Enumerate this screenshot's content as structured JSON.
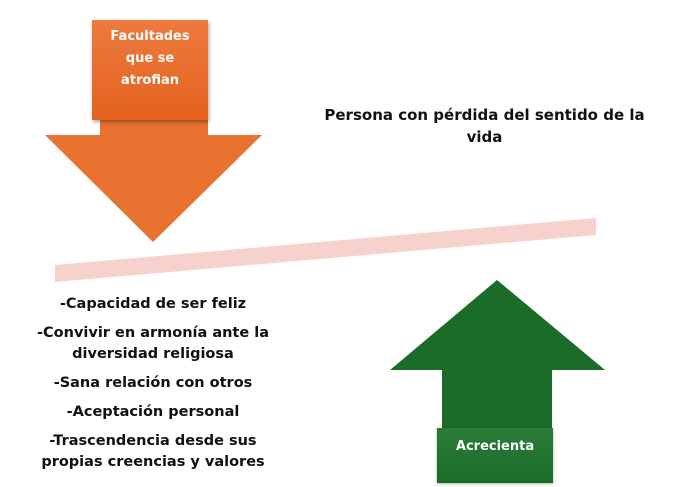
{
  "diagram": {
    "title": "Persona con pérdida del sentido de la vida",
    "down_arrow": {
      "label_lines": [
        "Facultades",
        "que se",
        "atrofian"
      ],
      "color": "#e8722f",
      "box_color": "#e96a28"
    },
    "up_arrow": {
      "label": "Acrecienta",
      "color": "#1b6b29"
    },
    "balance_bar": {
      "color": "#f7d2cc"
    },
    "faculties": [
      "-Capacidad de ser feliz",
      "-Convivir en armonía ante la diversidad religiosa",
      "-Sana relación con otros",
      "-Aceptación personal",
      "-Trascendencia desde sus propias creencias y valores"
    ]
  }
}
